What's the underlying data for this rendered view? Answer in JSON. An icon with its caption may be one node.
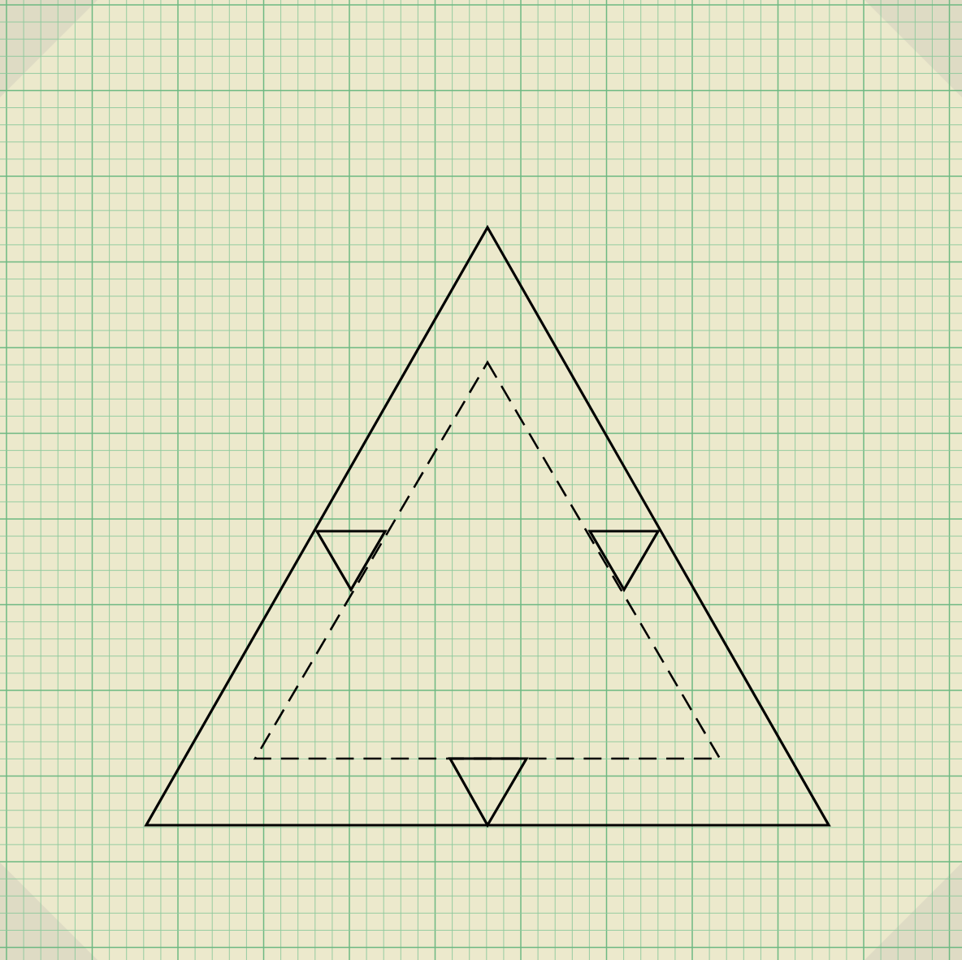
{
  "diagram": {
    "nodes": [
      {
        "text": [],
        "shape": "triangle"
      },
      {
        "text": [],
        "shape": "triangle",
        "in": 0
      },
      {
        "text": [],
        "shape": "triangle",
        "in": 0
      },
      {
        "text": [],
        "shape": "triangle",
        "in": 0
      },
      {
        "text": [],
        "shape": "triangle",
        "in": 0
      }
    ]
  }
}
